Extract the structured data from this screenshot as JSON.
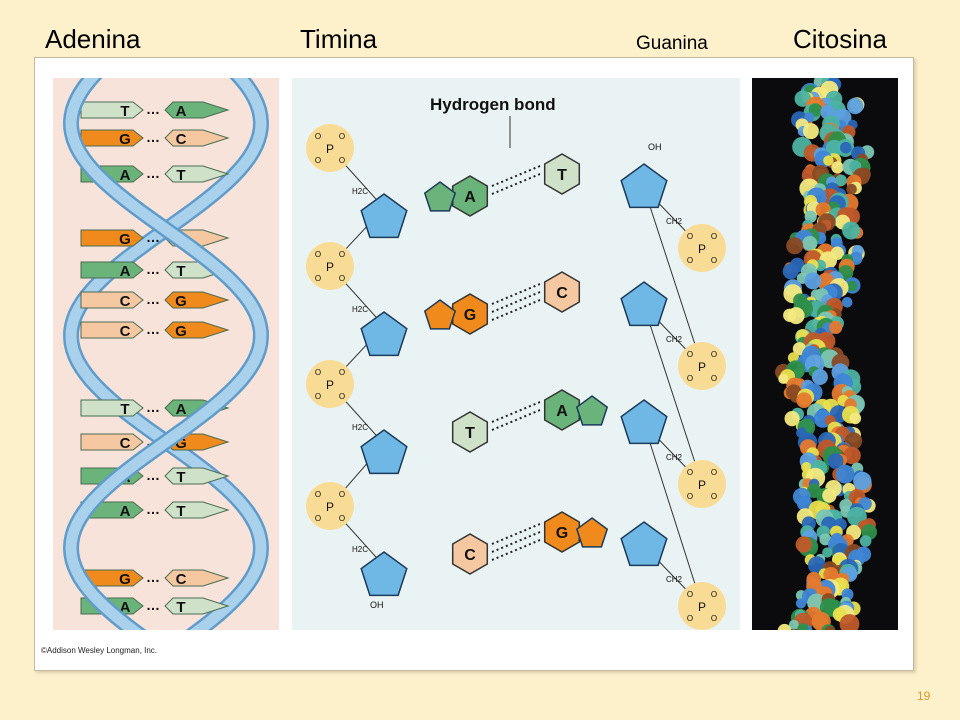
{
  "headings": [
    "Adenina",
    "Timina",
    "Guanina",
    "Citosina"
  ],
  "left_pairs": [
    {
      "l": "T",
      "r": "A"
    },
    {
      "l": "G",
      "r": "C"
    },
    {
      "l": "A",
      "r": "T"
    },
    {
      "l": "G",
      "r": "C"
    },
    {
      "l": "A",
      "r": "T"
    },
    {
      "l": "C",
      "r": "G"
    },
    {
      "l": "C",
      "r": "G"
    },
    {
      "l": "T",
      "r": "A"
    },
    {
      "l": "C",
      "r": "G"
    },
    {
      "l": "A",
      "r": "T"
    },
    {
      "l": "A",
      "r": "T"
    },
    {
      "l": "G",
      "r": "C"
    },
    {
      "l": "A",
      "r": "T"
    }
  ],
  "base_colors": {
    "A": "#6ab37a",
    "T": "#cfe2c9",
    "G": "#f08a1c",
    "C": "#f6c8a2"
  },
  "middle": {
    "hbond_label": "Hydrogen bond",
    "rows": [
      {
        "left": "A",
        "right": "T"
      },
      {
        "left": "G",
        "right": "C"
      },
      {
        "left": "T",
        "right": "A"
      },
      {
        "left": "C",
        "right": "G"
      }
    ],
    "oh_label": "OH",
    "ch2_label": "CH2",
    "h2c_label": "H2C",
    "p_label": "P",
    "o_label": "O"
  },
  "credit": "©Addison Wesley Longman, Inc.",
  "page_number": "19"
}
